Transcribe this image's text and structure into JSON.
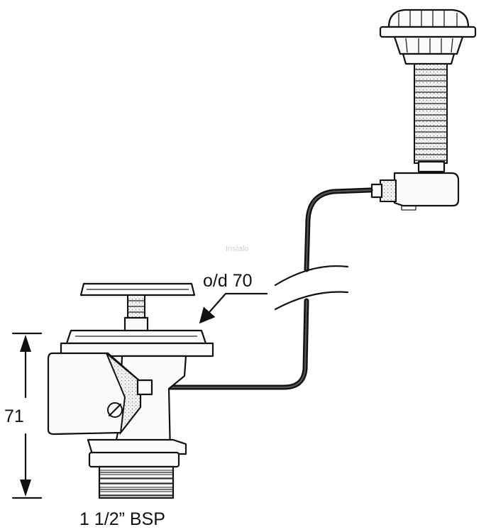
{
  "diagram": {
    "labels": {
      "outer_diameter": "o/d 70",
      "height": "71",
      "thread": "1 1/2” BSP",
      "watermark": "Instalo"
    },
    "colors": {
      "line": "#111111",
      "background": "#ffffff"
    }
  }
}
